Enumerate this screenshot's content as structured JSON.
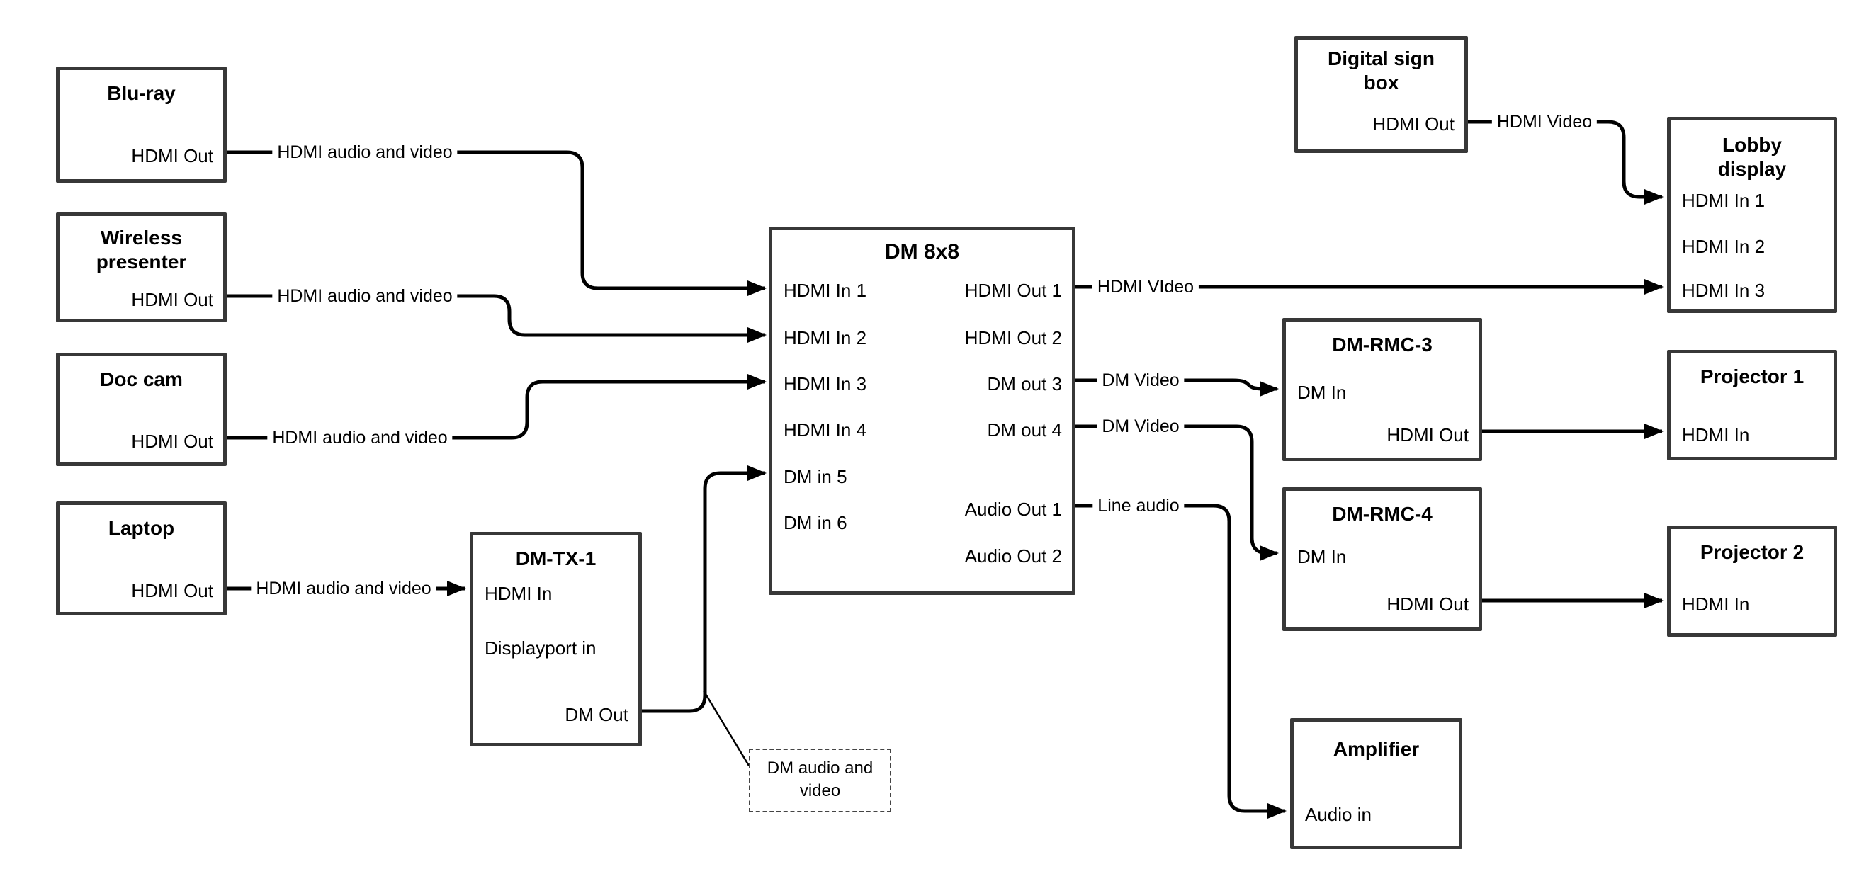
{
  "colors": {
    "background": "#ffffff",
    "wire": "#000000",
    "box_border": "#383838",
    "text": "#000000"
  },
  "nodes": {
    "bluray": {
      "title": "Blu-ray",
      "port_out": "HDMI Out"
    },
    "wireless": {
      "title1": "Wireless",
      "title2": "presenter",
      "port_out": "HDMI Out"
    },
    "doccam": {
      "title": "Doc cam",
      "port_out": "HDMI Out"
    },
    "laptop": {
      "title": "Laptop",
      "port_out": "HDMI Out"
    },
    "dmtx1": {
      "title": "DM-TX-1",
      "port_hdmi_in": "HDMI In",
      "port_dp_in": "Displayport in",
      "port_dm_out": "DM Out"
    },
    "dm8x8": {
      "title": "DM 8x8",
      "in1": "HDMI In 1",
      "in2": "HDMI In 2",
      "in3": "HDMI In 3",
      "in4": "HDMI In 4",
      "in5": "DM in 5",
      "in6": "DM in 6",
      "out1": "HDMI Out 1",
      "out2": "HDMI Out 2",
      "out3": "DM out 3",
      "out4": "DM out 4",
      "aout1": "Audio Out 1",
      "aout2": "Audio Out 2"
    },
    "digitalsign": {
      "title1": "Digital sign",
      "title2": "box",
      "port_out": "HDMI Out"
    },
    "lobby": {
      "title1": "Lobby",
      "title2": "display",
      "in1": "HDMI In 1",
      "in2": "HDMI In 2",
      "in3": "HDMI In 3"
    },
    "dmrmc3": {
      "title": "DM-RMC-3",
      "port_dm_in": "DM In",
      "port_hdmi_out": "HDMI Out"
    },
    "proj1": {
      "title": "Projector 1",
      "port_hdmi_in": "HDMI In"
    },
    "dmrmc4": {
      "title": "DM-RMC-4",
      "port_dm_in": "DM In",
      "port_hdmi_out": "HDMI Out"
    },
    "proj2": {
      "title": "Projector 2",
      "port_hdmi_in": "HDMI In"
    },
    "amplifier": {
      "title": "Amplifier",
      "port_audio_in": "Audio in"
    },
    "note": {
      "line1": "DM audio and",
      "line2": "video"
    }
  },
  "wires": {
    "bluray": {
      "label": "HDMI audio and video"
    },
    "wireless": {
      "label": "HDMI audio and video"
    },
    "doccam": {
      "label": "HDMI audio and video"
    },
    "laptop": {
      "label": "HDMI audio and video"
    },
    "hdmi_out1": {
      "label": "HDMI VIdeo"
    },
    "digitalsign": {
      "label": "HDMI Video"
    },
    "dm_out3": {
      "label": "DM Video"
    },
    "dm_out4": {
      "label": "DM Video"
    },
    "audio_out1": {
      "label": "Line audio"
    }
  }
}
